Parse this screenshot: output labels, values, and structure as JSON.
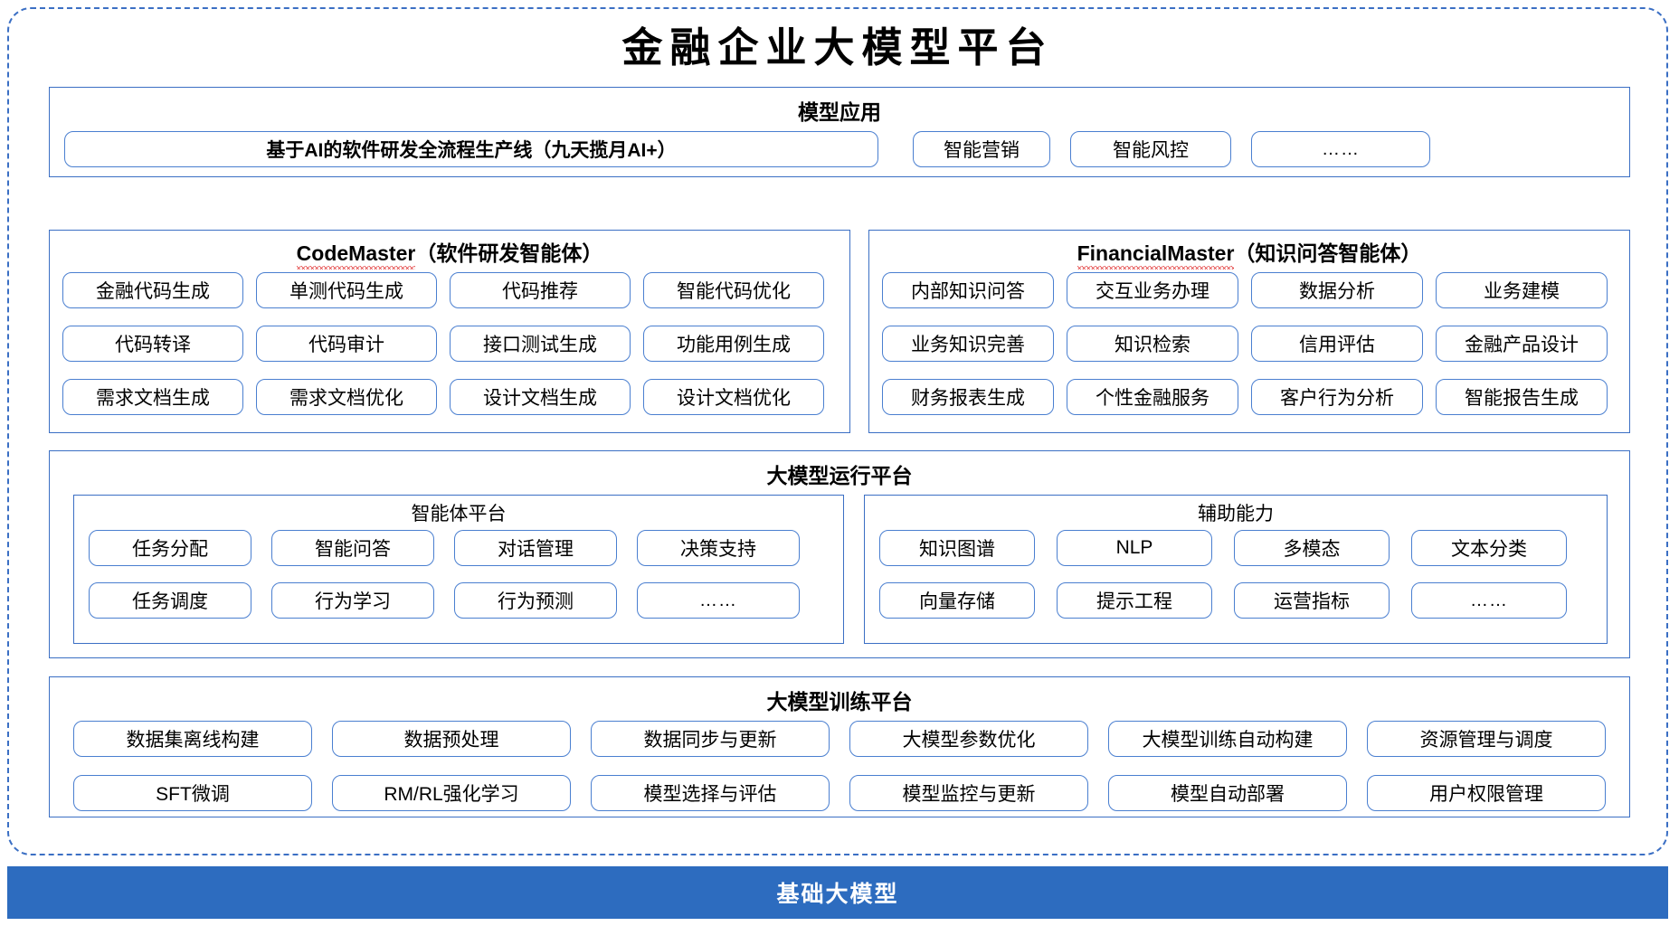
{
  "title": "金融企业大模型平台",
  "colors": {
    "frame_border": "#3b6fc4",
    "panel_border": "#3b6fc4",
    "chip_border": "#4a7fd0",
    "footer_bg": "#2d6cbf",
    "footer_text": "#ffffff",
    "spellcheck_underline": "#e03030"
  },
  "application_layer": {
    "title": "模型应用",
    "primary_chip": "基于AI的软件研发全流程生产线（九天揽月AI+）",
    "chips": [
      "智能营销",
      "智能风控",
      "……"
    ]
  },
  "agents": {
    "code_master": {
      "name": "CodeMaster",
      "suffix": "（软件研发智能体）",
      "chips": [
        "金融代码生成",
        "单测代码生成",
        "代码推荐",
        "智能代码优化",
        "代码转译",
        "代码审计",
        "接口测试生成",
        "功能用例生成",
        "需求文档生成",
        "需求文档优化",
        "设计文档生成",
        "设计文档优化"
      ]
    },
    "financial_master": {
      "name": "FinancialMaster",
      "suffix": "（知识问答智能体）",
      "chips": [
        "内部知识问答",
        "交互业务办理",
        "数据分析",
        "业务建模",
        "业务知识完善",
        "知识检索",
        "信用评估",
        "金融产品设计",
        "财务报表生成",
        "个性金融服务",
        "客户行为分析",
        "智能报告生成"
      ]
    }
  },
  "runtime_platform": {
    "title": "大模型运行平台",
    "agent_platform": {
      "title": "智能体平台",
      "chips": [
        "任务分配",
        "智能问答",
        "对话管理",
        "决策支持",
        "任务调度",
        "行为学习",
        "行为预测",
        "……"
      ]
    },
    "auxiliary": {
      "title": "辅助能力",
      "chips": [
        "知识图谱",
        "NLP",
        "多模态",
        "文本分类",
        "向量存储",
        "提示工程",
        "运营指标",
        "……"
      ]
    }
  },
  "training_platform": {
    "title": "大模型训练平台",
    "chips": [
      "数据集离线构建",
      "数据预处理",
      "数据同步与更新",
      "大模型参数优化",
      "大模型训练自动构建",
      "资源管理与调度",
      "SFT微调",
      "RM/RL强化学习",
      "模型选择与评估",
      "模型监控与更新",
      "模型自动部署",
      "用户权限管理"
    ]
  },
  "foundation": {
    "label": "基础大模型"
  }
}
